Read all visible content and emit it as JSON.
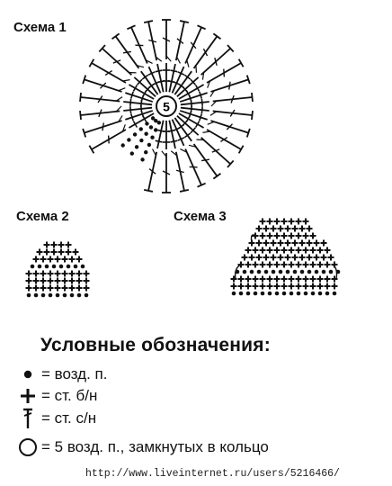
{
  "schemes": {
    "scheme1_label": "Схема 1",
    "scheme2_label": "Схема 2",
    "scheme3_label": "Схема 3",
    "center_number": "5"
  },
  "legend": {
    "title": "Условные обозначения:",
    "items": [
      {
        "symbol": "chain-dot-icon",
        "text": "= возд. п."
      },
      {
        "symbol": "single-crochet-cross-icon",
        "text": "= ст. б/н"
      },
      {
        "symbol": "double-crochet-icon",
        "text": "= ст. с/н"
      },
      {
        "symbol": "ring-circle-icon",
        "text": "= 5 возд. п., замкнутых в кольцо"
      }
    ]
  },
  "watermark": "http://www.liveinternet.ru/users/5216466/",
  "colors": {
    "ink": "#111111",
    "background": "#ffffff"
  }
}
